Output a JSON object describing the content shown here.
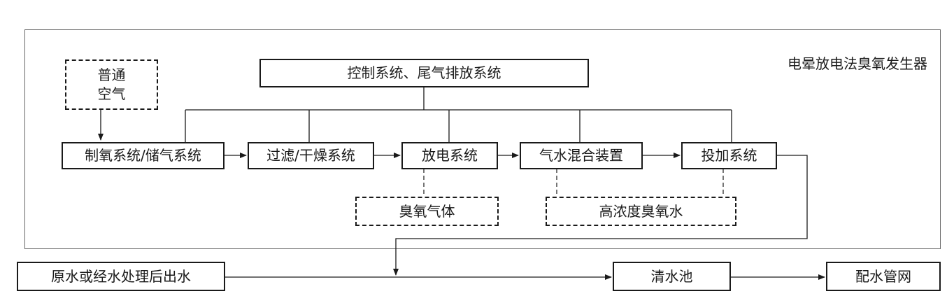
{
  "diagram_title": "电晕放电法臭氧发生器",
  "nodes": {
    "air": "普通\n空气",
    "control": "控制系统、尾气排放系统",
    "oxygen": "制氧系统/储气系统",
    "filter": "过滤/干燥系统",
    "discharge": "放电系统",
    "mixing": "气水混合装置",
    "dosing": "投加系统",
    "ozone_gas": "臭氧气体",
    "ozone_water": "高浓度臭氧水",
    "raw_water": "原水或经水处理后出水",
    "clear_well": "清水池",
    "network": "配水管网"
  }
}
